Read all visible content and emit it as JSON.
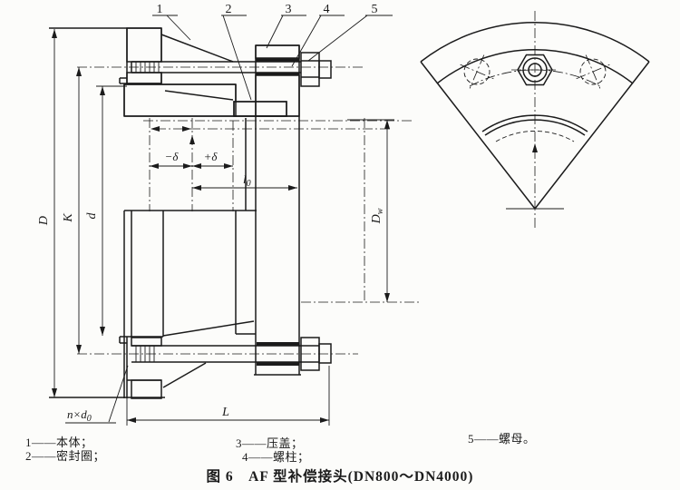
{
  "figure": {
    "caption": "图 6　AF 型补偿接头(DN800～DN4000)"
  },
  "legend": {
    "items": [
      {
        "text": "1——本体；"
      },
      {
        "text": "2——密封圈；"
      },
      {
        "text": "3——压盖；"
      },
      {
        "text": "4——螺柱；"
      },
      {
        "text": "5——螺母。"
      }
    ]
  },
  "callouts": {
    "n1": "1",
    "n2": "2",
    "n3": "3",
    "n4": "4",
    "n5": "5"
  },
  "dims": {
    "D": "D",
    "K": "K",
    "d": "d",
    "L": "L",
    "minus_delta": "−δ",
    "plus_delta": "+δ",
    "l0_main": "l",
    "l0_sub": "0",
    "dw_main": "D",
    "dw_sub": "w",
    "nd0_main": "n×d",
    "nd0_sub": "0"
  },
  "colors": {
    "ink": "#1b1b1b",
    "paper": "#fcfcfa"
  }
}
